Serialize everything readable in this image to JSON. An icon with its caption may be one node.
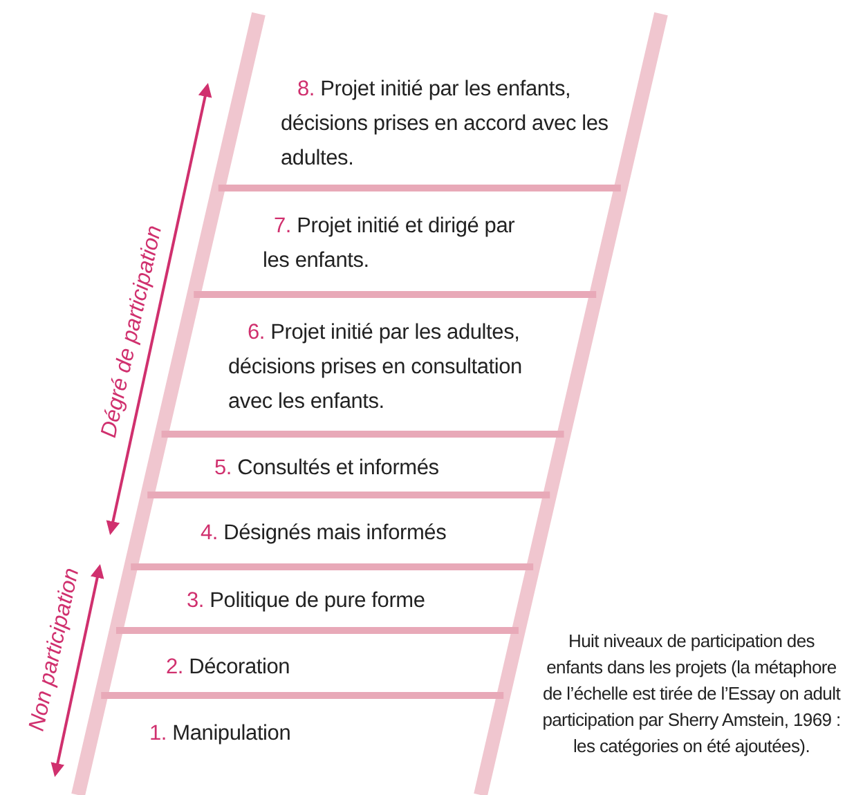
{
  "diagram": {
    "labels": [
      "8. Projet initié par les enfants, décisions prises en accord avec les adultes.",
      "7. Projet initié et dirigé par les enfants.",
      "Dégré de participation",
      "6. Projet initié par les adultes, décisions prises en consultation avec les enfants.",
      "5. Consultés et informés",
      "4. Désignés mais informés",
      "Non participation",
      "3. Politique de pure forme",
      "2. Décoration",
      "1. Manipulation"
    ],
    "caption": "Huit niveaux de participation des enfants dans les projets (la métaphore de l’échelle est tirée de l’Essay on adult participation par Sherry Amstein, 1969 : les catégories on été ajoutées)."
  }
}
